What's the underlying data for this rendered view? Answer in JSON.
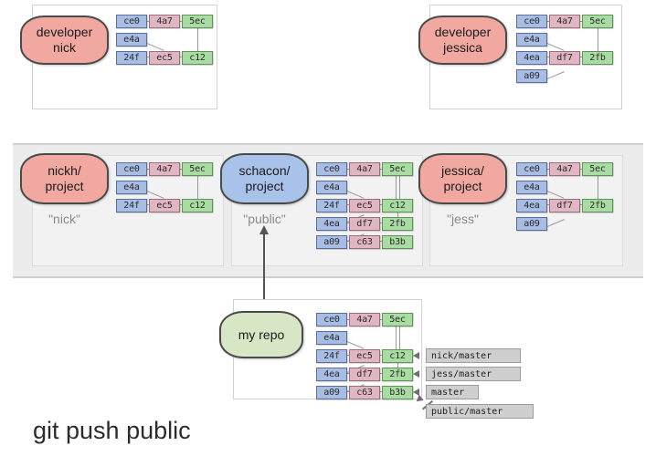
{
  "caption": "git push public",
  "colors": {
    "node_blue": "#a7bde4",
    "node_pink": "#e0b6c2",
    "node_green": "#a9dca3",
    "bubble_red": "#f0a8a0",
    "bubble_blue": "#a8c2ea",
    "bubble_green": "#d7e6c4",
    "band_background": "#ececec",
    "ref_label": "#cfcfcf"
  },
  "developers": {
    "nick": {
      "title_line1": "developer",
      "title_line2": "nick",
      "commits": {
        "ce0": "ce0",
        "4a7": "4a7",
        "5ec": "5ec",
        "e4a": "e4a",
        "24f": "24f",
        "ec5": "ec5",
        "c12": "c12"
      }
    },
    "jessica": {
      "title_line1": "developer",
      "title_line2": "jessica",
      "commits": {
        "ce0": "ce0",
        "4a7": "4a7",
        "5ec": "5ec",
        "e4a": "e4a",
        "4ea": "4ea",
        "df7": "df7",
        "2fb": "2fb",
        "a09": "a09"
      }
    }
  },
  "servers": {
    "nickh": {
      "title_line1": "nickh/",
      "title_line2": "project",
      "remote_name": "\"nick\"",
      "commits": {
        "ce0": "ce0",
        "4a7": "4a7",
        "5ec": "5ec",
        "e4a": "e4a",
        "24f": "24f",
        "ec5": "ec5",
        "c12": "c12"
      }
    },
    "schacon": {
      "title_line1": "schacon/",
      "title_line2": "project",
      "remote_name": "\"public\"",
      "commits": {
        "ce0": "ce0",
        "4a7": "4a7",
        "5ec": "5ec",
        "e4a": "e4a",
        "24f": "24f",
        "ec5": "ec5",
        "c12": "c12",
        "4ea": "4ea",
        "df7": "df7",
        "2fb": "2fb",
        "a09": "a09",
        "c63": "c63",
        "b3b": "b3b"
      }
    },
    "jessica": {
      "title_line1": "jessica/",
      "title_line2": "project",
      "remote_name": "\"jess\"",
      "commits": {
        "ce0": "ce0",
        "4a7": "4a7",
        "5ec": "5ec",
        "e4a": "e4a",
        "4ea": "4ea",
        "df7": "df7",
        "2fb": "2fb",
        "a09": "a09"
      }
    }
  },
  "myrepo": {
    "title": "my repo",
    "commits": {
      "ce0": "ce0",
      "4a7": "4a7",
      "5ec": "5ec",
      "e4a": "e4a",
      "24f": "24f",
      "ec5": "ec5",
      "c12": "c12",
      "4ea": "4ea",
      "df7": "df7",
      "2fb": "2fb",
      "a09": "a09",
      "c63": "c63",
      "b3b": "b3b"
    },
    "refs": [
      {
        "label": "nick/master"
      },
      {
        "label": "jess/master"
      },
      {
        "label": "master"
      },
      {
        "label": "public/master"
      }
    ]
  }
}
